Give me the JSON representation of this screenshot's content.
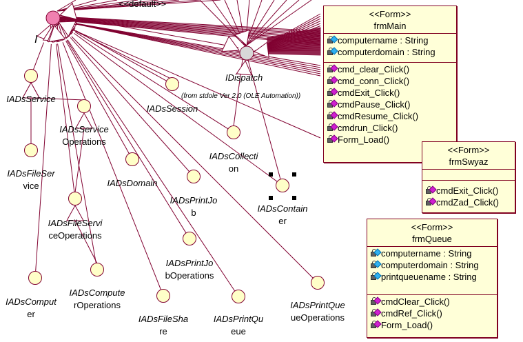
{
  "diagram": {
    "edge_label": "<<default>>",
    "root_interface": {
      "name": "IADs",
      "visible_label": "I",
      "color": "#f080b0"
    },
    "dispatch_interface": {
      "name": "IDispatch",
      "origin": "(from stdole Ver 2.0 (OLE Automation))",
      "color": "#d8d8d8"
    },
    "interfaces": [
      {
        "id": "iadsservice",
        "line1": "IADsService",
        "line2": ""
      },
      {
        "id": "iadsfileservice",
        "line1": "IADsFileSer",
        "line2": "vice"
      },
      {
        "id": "iadsserviceoperations",
        "line1": "IADsService",
        "line2": "Operations"
      },
      {
        "id": "iadsfileserviceoperations",
        "line1": "IADsFileServi",
        "line2": "ceOperations"
      },
      {
        "id": "iadscomputer",
        "line1": "IADsComput",
        "line2": "er"
      },
      {
        "id": "iadscomputeroperations",
        "line1": "IADsCompute",
        "line2": "rOperations"
      },
      {
        "id": "iadsdomain",
        "line1": "IADsDomain",
        "line2": ""
      },
      {
        "id": "iadssession",
        "line1": "IADsSession",
        "line2": ""
      },
      {
        "id": "iadsprintjob",
        "line1": "IADsPrintJo",
        "line2": "b"
      },
      {
        "id": "iadsprintjoboperations",
        "line1": "IADsPrintJo",
        "line2": "bOperations"
      },
      {
        "id": "iadsfileshare",
        "line1": "IADsFileSha",
        "line2": "re"
      },
      {
        "id": "iadsprintqueue",
        "line1": "IADsPrintQu",
        "line2": "eue"
      },
      {
        "id": "iadsprintqueueoperations",
        "line1": "IADsPrintQue",
        "line2": "ueOperations"
      },
      {
        "id": "iadscollection",
        "line1": "IADsCollecti",
        "line2": "on"
      },
      {
        "id": "iadscontainer",
        "line1": "IADsContain",
        "line2": "er",
        "selected": true
      }
    ],
    "interface_fill": "#ffffc8",
    "line_color": "#800030",
    "classes": {
      "frmMain": {
        "stereotype": "<<Form>>",
        "name": "frmMain",
        "attributes": [
          "computername : String",
          "computerdomain : String"
        ],
        "operations": [
          "cmd_clear_Click()",
          "cmd_conn_Click()",
          "cmdExit_Click()",
          "cmdPause_Click()",
          "cmdResume_Click()",
          "cmdrun_Click()",
          "Form_Load()"
        ]
      },
      "frmSwyaz": {
        "stereotype": "<<Form>>",
        "name": "frmSwyaz",
        "attributes": [],
        "operations": [
          "cmdExit_Click()",
          "cmdZad_Click()"
        ]
      },
      "frmQueue": {
        "stereotype": "<<Form>>",
        "name": "frmQueue",
        "attributes": [
          "computername : String",
          "computerdomain : String",
          "printqueuename : String"
        ],
        "operations": [
          "cmdClear_Click()",
          "cmdRef_Click()",
          "Form_Load()"
        ]
      }
    }
  }
}
